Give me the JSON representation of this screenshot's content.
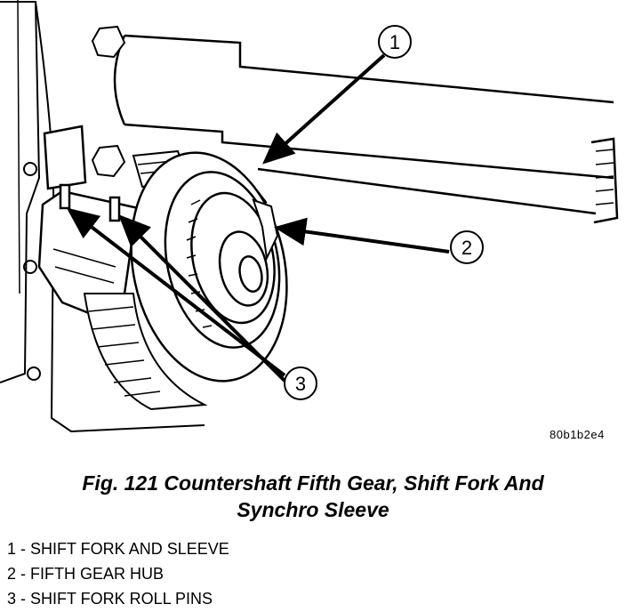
{
  "figure": {
    "image_id": "80b1b2e4",
    "callouts": [
      "1",
      "2",
      "3"
    ]
  },
  "caption": {
    "line1": "Fig. 121 Countershaft Fifth Gear, Shift Fork And",
    "line2": "Synchro Sleeve"
  },
  "legend": [
    "1 - SHIFT FORK AND SLEEVE",
    "2 - FIFTH GEAR HUB",
    "3 - SHIFT FORK ROLL PINS"
  ]
}
